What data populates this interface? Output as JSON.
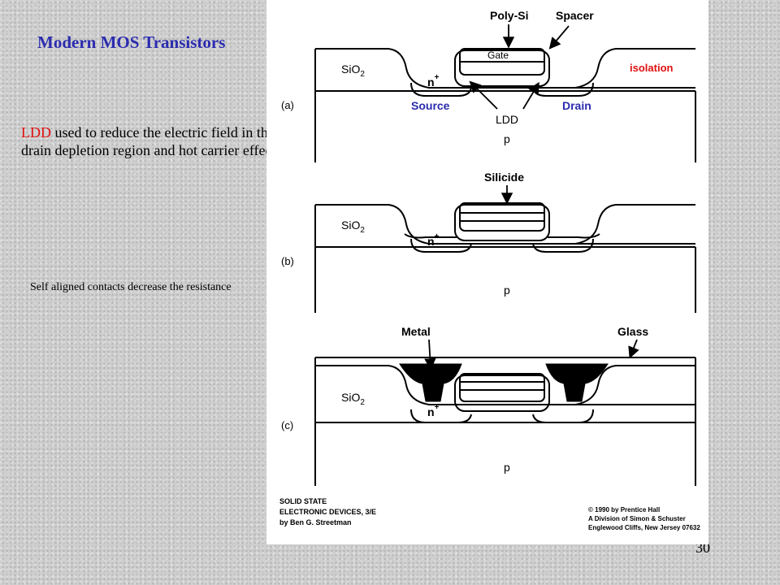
{
  "slide": {
    "title": "Modern MOS Transistors",
    "ldd_highlight": "LDD",
    "ldd_rest": " used to reduce the electric field in the drain depletion region and hot carrier effects",
    "self_aligned_note": "Self aligned contacts decrease the resistance",
    "page_number": "30"
  },
  "figure": {
    "labels": {
      "poly_si": "Poly-Si",
      "spacer": "Spacer",
      "gate": "Gate",
      "isolation": "isolation",
      "sio2": "SiO",
      "sio2_sub": "2",
      "nplus": "n",
      "nplus_sup": "+",
      "source": "Source",
      "drain": "Drain",
      "ldd": "LDD",
      "p": "p",
      "silicide": "Silicide",
      "metal": "Metal",
      "glass": "Glass",
      "panel_a": "(a)",
      "panel_b": "(b)",
      "panel_c": "(c)"
    },
    "credit_left": [
      "SOLID STATE",
      "ELECTRONIC DEVICES, 3/E",
      "by Ben G. Streetman"
    ],
    "credit_right": [
      "© 1990 by Prentice Hall",
      "A Division of Simon & Schuster",
      "Englewood Cliffs, New Jersey 07632"
    ],
    "colors": {
      "source_drain_label": "#2b2bb0",
      "isolation_label": "#e01010",
      "ldd_label": "#000000"
    }
  }
}
